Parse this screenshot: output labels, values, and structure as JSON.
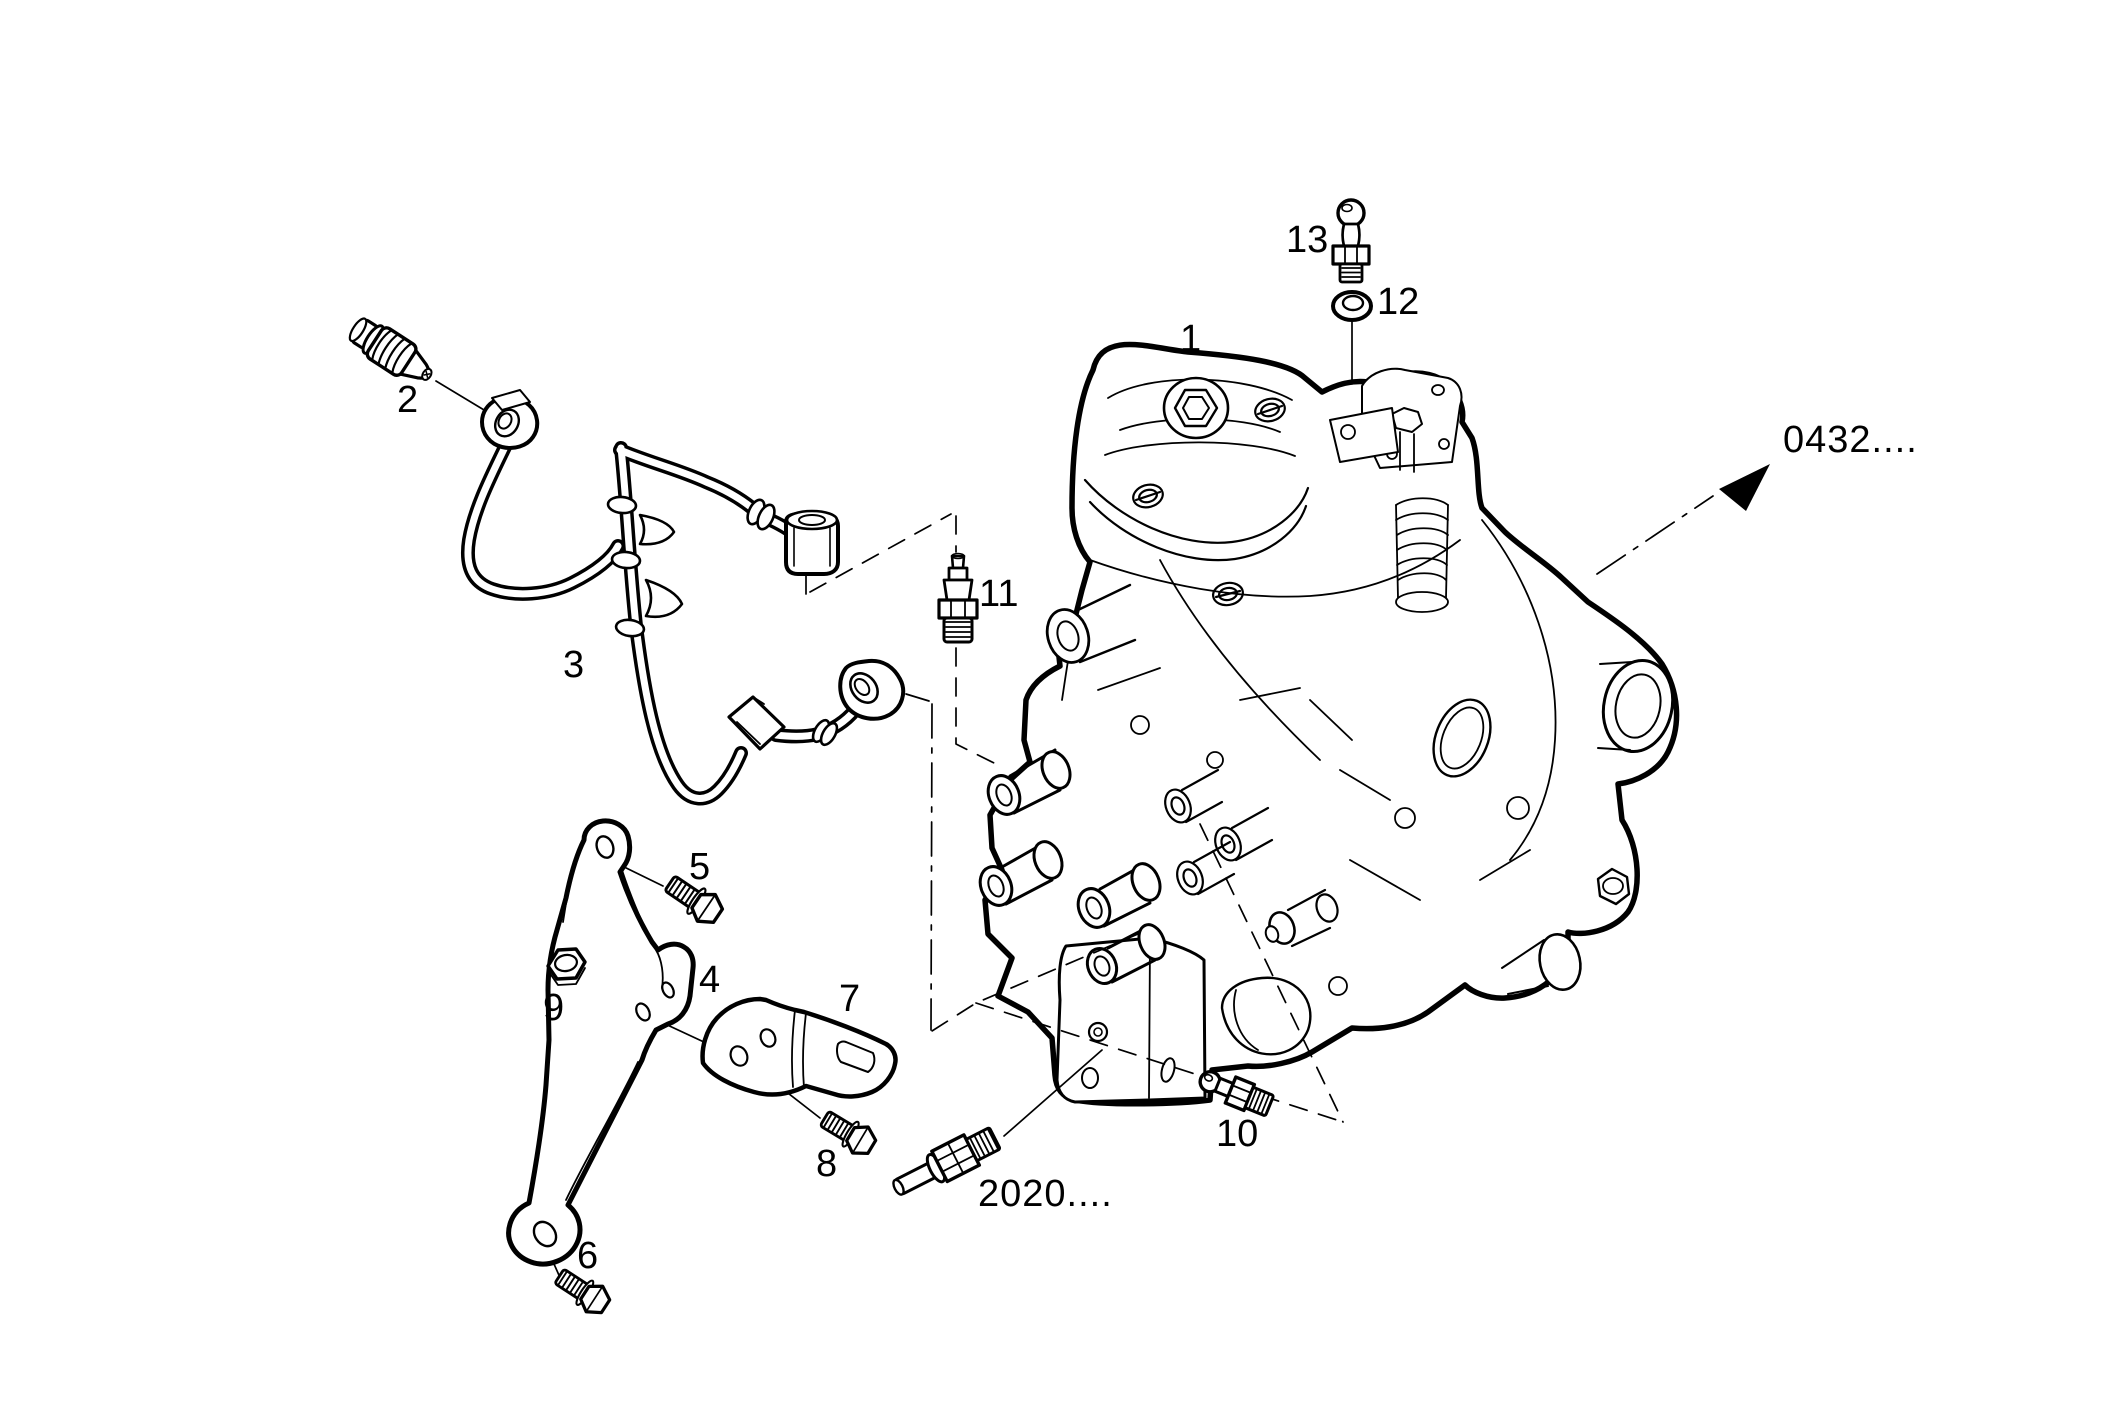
{
  "diagram": {
    "title": "exploded-parts-diagram",
    "background_color": "#ffffff",
    "line_color": "#000000",
    "callouts": [
      {
        "label": "1"
      },
      {
        "label": "2"
      },
      {
        "label": "3"
      },
      {
        "label": "4"
      },
      {
        "label": "5"
      },
      {
        "label": "6"
      },
      {
        "label": "7"
      },
      {
        "label": "8"
      },
      {
        "label": "9"
      },
      {
        "label": "10"
      },
      {
        "label": "11"
      },
      {
        "label": "12"
      },
      {
        "label": "13"
      }
    ],
    "references": {
      "pump_ref": "0432....",
      "sensor_ref": "2020...."
    }
  }
}
